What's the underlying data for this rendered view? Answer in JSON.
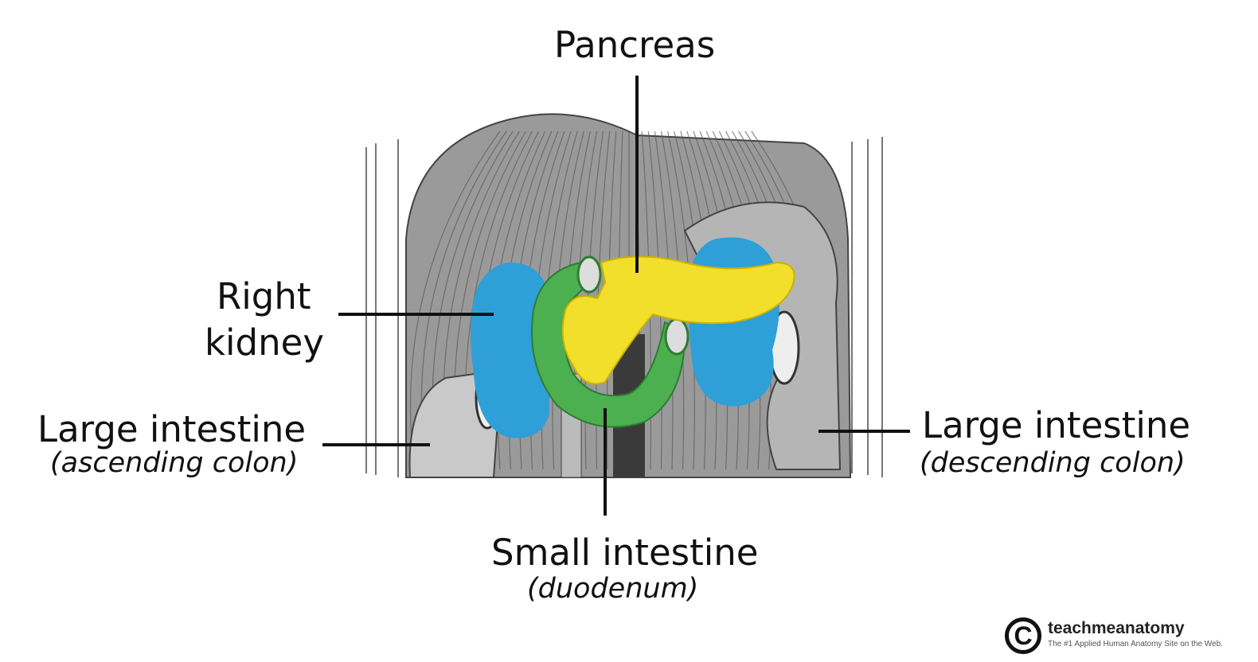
{
  "labels": {
    "pancreas": "Pancreas",
    "right_kidney_line1": "Right",
    "right_kidney_line2": "kidney",
    "large_intestine_left": "Large intestine",
    "ascending_colon": "(ascending colon)",
    "large_intestine_right": "Large intestine",
    "descending_colon": "(descending colon)",
    "small_intestine": "Small intestine",
    "duodenum": "(duodenum)"
  },
  "colors": {
    "pancreas": "#f2df2c",
    "kidney": "#2f9fd8",
    "duodenum": "#4caf50",
    "tissue": "#8a8a8a"
  },
  "logo": {
    "name": "teachmeanatomy",
    "tagline": "The #1 Applied Human Anatomy Site on the Web."
  }
}
